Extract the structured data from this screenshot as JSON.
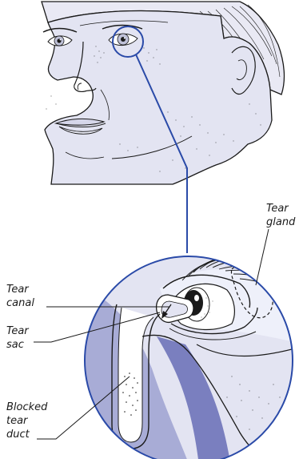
{
  "labels": {
    "tear_gland": [
      "Tear",
      "gland"
    ],
    "tear_canal": [
      "Tear",
      "canal"
    ],
    "tear_sac": [
      "Tear",
      "sac"
    ],
    "blocked_tear_duct": [
      "Blocked",
      "tear",
      "duct"
    ]
  },
  "colors": {
    "skin": "#e3e4f2",
    "shadow": "#a8acd6",
    "deep_shadow": "#7a7fbf",
    "outline": "#1a1a1a",
    "leader_blue": "#2a4aa8",
    "white": "#ffffff"
  }
}
